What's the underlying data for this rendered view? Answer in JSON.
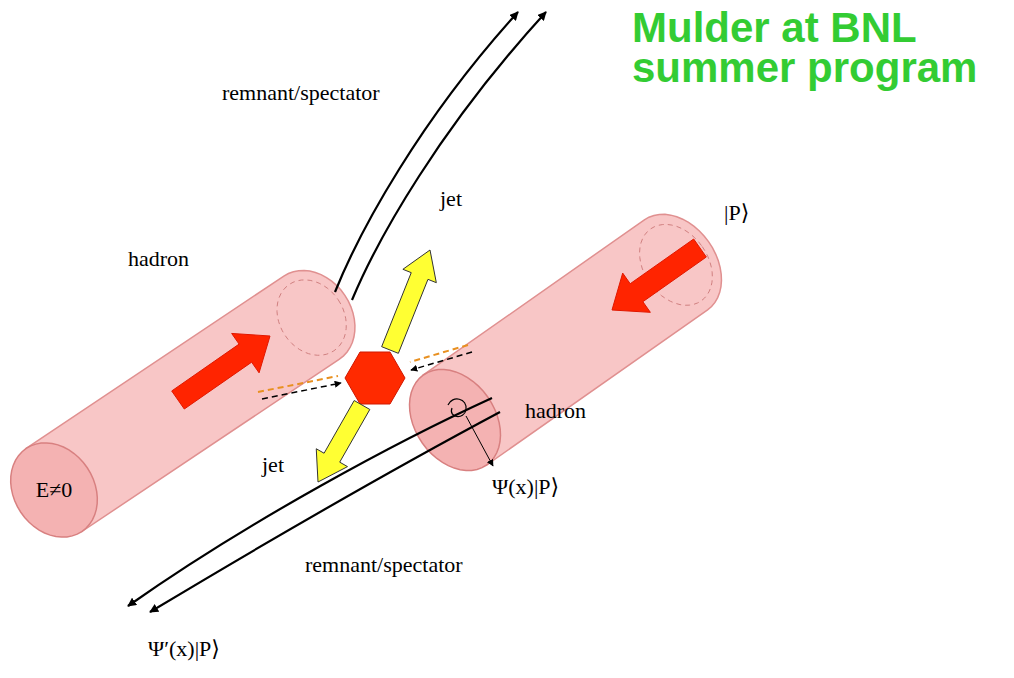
{
  "diagram": {
    "nodes": [
      {
        "text": [
          "hadron",
          "E≠0"
        ]
      },
      {
        "text": [
          "|P⟩",
          "hadron"
        ]
      }
    ],
    "labels": [
      "Mulder at BNL summer program",
      "remnant/spectator",
      "jet",
      "jet",
      "Ψ(x)|P⟩",
      "remnant/spectator",
      "Ψ′(x)|P⟩"
    ]
  }
}
